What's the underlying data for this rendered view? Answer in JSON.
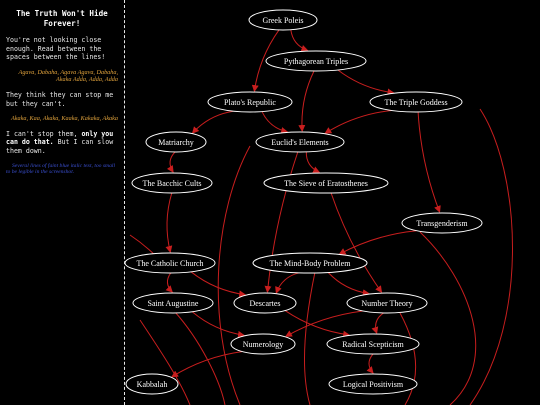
{
  "sidebar": {
    "title": "The Truth Won't Hide Forever!",
    "p1": "You're not looking close enough. Read between the spaces between the lines!",
    "orange1": "Agava, Dabaha, Agava Agava, Dabaha, Akaka Adda, Adda, Adda",
    "p2": "They think they can stop me but they can't.",
    "orange2": "Akaka, Kaa, Akaka, Kaaka, Kakaka, Akaka",
    "p3_prefix": "I can't stop them, ",
    "p3_bold": "only you can do that.",
    "p3_suffix": " But I can slow them down.",
    "blue_note": "Several lines of faint blue italic text, too small to be legible in the screenshot."
  },
  "graph": {
    "colors": {
      "background": "#000000",
      "edge": "#c81e1e",
      "node_stroke": "#ffffff",
      "label": "#ffffff"
    },
    "nodes": [
      {
        "id": "greek-poleis",
        "label": "Greek Poleis"
      },
      {
        "id": "pythagorean-triples",
        "label": "Pythagorean Triples"
      },
      {
        "id": "platos-republic",
        "label": "Plato's Republic"
      },
      {
        "id": "the-triple-goddess",
        "label": "The Triple Goddess"
      },
      {
        "id": "matriarchy",
        "label": "Matriarchy"
      },
      {
        "id": "euclids-elements",
        "label": "Euclid's Elements"
      },
      {
        "id": "the-bacchic-cults",
        "label": "The Bacchic Cults"
      },
      {
        "id": "the-sieve-of-eratosthenes",
        "label": "The Sieve of Eratosthenes"
      },
      {
        "id": "transgenderism",
        "label": "Transgenderism"
      },
      {
        "id": "the-catholic-church",
        "label": "The Catholic Church"
      },
      {
        "id": "the-mind-body-problem",
        "label": "The Mind-Body Problem"
      },
      {
        "id": "saint-augustine",
        "label": "Saint Augustine"
      },
      {
        "id": "descartes",
        "label": "Descartes"
      },
      {
        "id": "number-theory",
        "label": "Number Theory"
      },
      {
        "id": "numerology",
        "label": "Numerology"
      },
      {
        "id": "radical-scepticism",
        "label": "Radical Scepticism"
      },
      {
        "id": "kabbalah",
        "label": "Kabbalah"
      },
      {
        "id": "logical-positivism",
        "label": "Logical Positivism"
      }
    ],
    "edges": [
      [
        "greek-poleis",
        "pythagorean-triples"
      ],
      [
        "greek-poleis",
        "platos-republic"
      ],
      [
        "pythagorean-triples",
        "euclids-elements"
      ],
      [
        "pythagorean-triples",
        "the-triple-goddess"
      ],
      [
        "platos-republic",
        "matriarchy"
      ],
      [
        "platos-republic",
        "euclids-elements"
      ],
      [
        "the-triple-goddess",
        "euclids-elements"
      ],
      [
        "the-triple-goddess",
        "transgenderism"
      ],
      [
        "matriarchy",
        "the-bacchic-cults"
      ],
      [
        "euclids-elements",
        "the-sieve-of-eratosthenes"
      ],
      [
        "euclids-elements",
        "descartes"
      ],
      [
        "the-bacchic-cults",
        "the-catholic-church"
      ],
      [
        "the-sieve-of-eratosthenes",
        "number-theory"
      ],
      [
        "transgenderism",
        "the-mind-body-problem"
      ],
      [
        "the-catholic-church",
        "saint-augustine"
      ],
      [
        "the-catholic-church",
        "descartes"
      ],
      [
        "the-mind-body-problem",
        "descartes"
      ],
      [
        "the-mind-body-problem",
        "number-theory"
      ],
      [
        "saint-augustine",
        "numerology"
      ],
      [
        "descartes",
        "radical-scepticism"
      ],
      [
        "number-theory",
        "numerology"
      ],
      [
        "number-theory",
        "radical-scepticism"
      ],
      [
        "numerology",
        "kabbalah"
      ],
      [
        "radical-scepticism",
        "logical-positivism"
      ]
    ]
  }
}
